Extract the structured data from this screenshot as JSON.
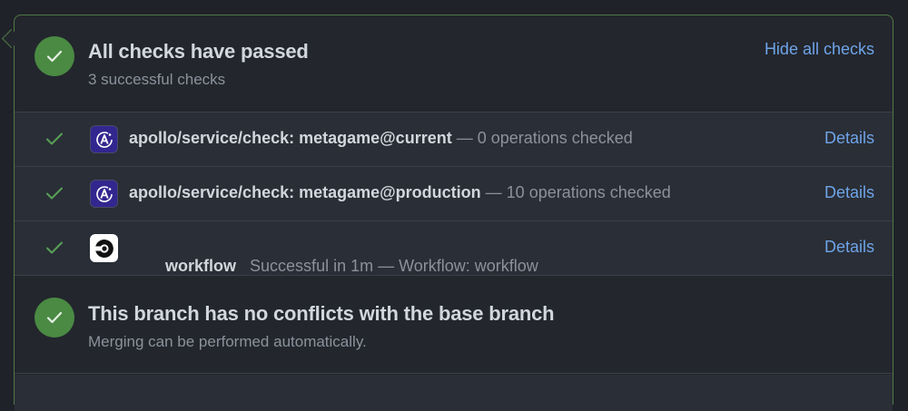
{
  "header": {
    "title": "All checks have passed",
    "subtitle": "3 successful checks",
    "toggle_link": "Hide all checks",
    "icon": "check-circle-icon"
  },
  "checks": [
    {
      "status": "success",
      "app_icon": "apollo-icon",
      "name": "apollo/service/check: metagame@current",
      "description": " — 0 operations checked",
      "details_label": "Details"
    },
    {
      "status": "success",
      "app_icon": "apollo-icon",
      "name": "apollo/service/check: metagame@production",
      "description": " — 10 operations checked",
      "details_label": "Details"
    },
    {
      "status": "success",
      "app_icon": "circleci-icon",
      "name": "workflow",
      "description": "   Successful in 1m — Workflow: workflow",
      "details_label": "Details"
    }
  ],
  "merge": {
    "title": "This branch has no conflicts with the base branch",
    "subtitle": "Merging can be performed automatically.",
    "icon": "check-circle-icon"
  },
  "colors": {
    "success": "#4a8a43",
    "link": "#6ea4e8",
    "border": "#4f7a45",
    "apollo_bg": "#33268f"
  }
}
